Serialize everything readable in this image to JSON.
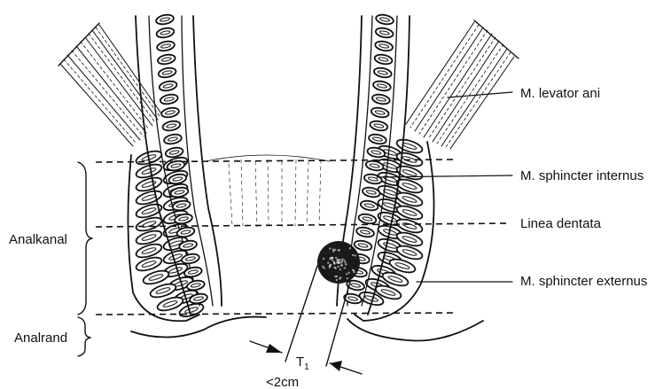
{
  "labels": {
    "levator_ani": "M. levator ani",
    "sphincter_internus": "M. sphincter internus",
    "linea_dentata": "Linea dentata",
    "sphincter_externus": "M. sphincter externus",
    "analkanal": "Analkanal",
    "analrand": "Analrand",
    "tumor_stage": "T",
    "tumor_stage_sub": "1",
    "tumor_size": "<2cm"
  },
  "colors": {
    "ink": "#111111",
    "background": "#ffffff"
  }
}
